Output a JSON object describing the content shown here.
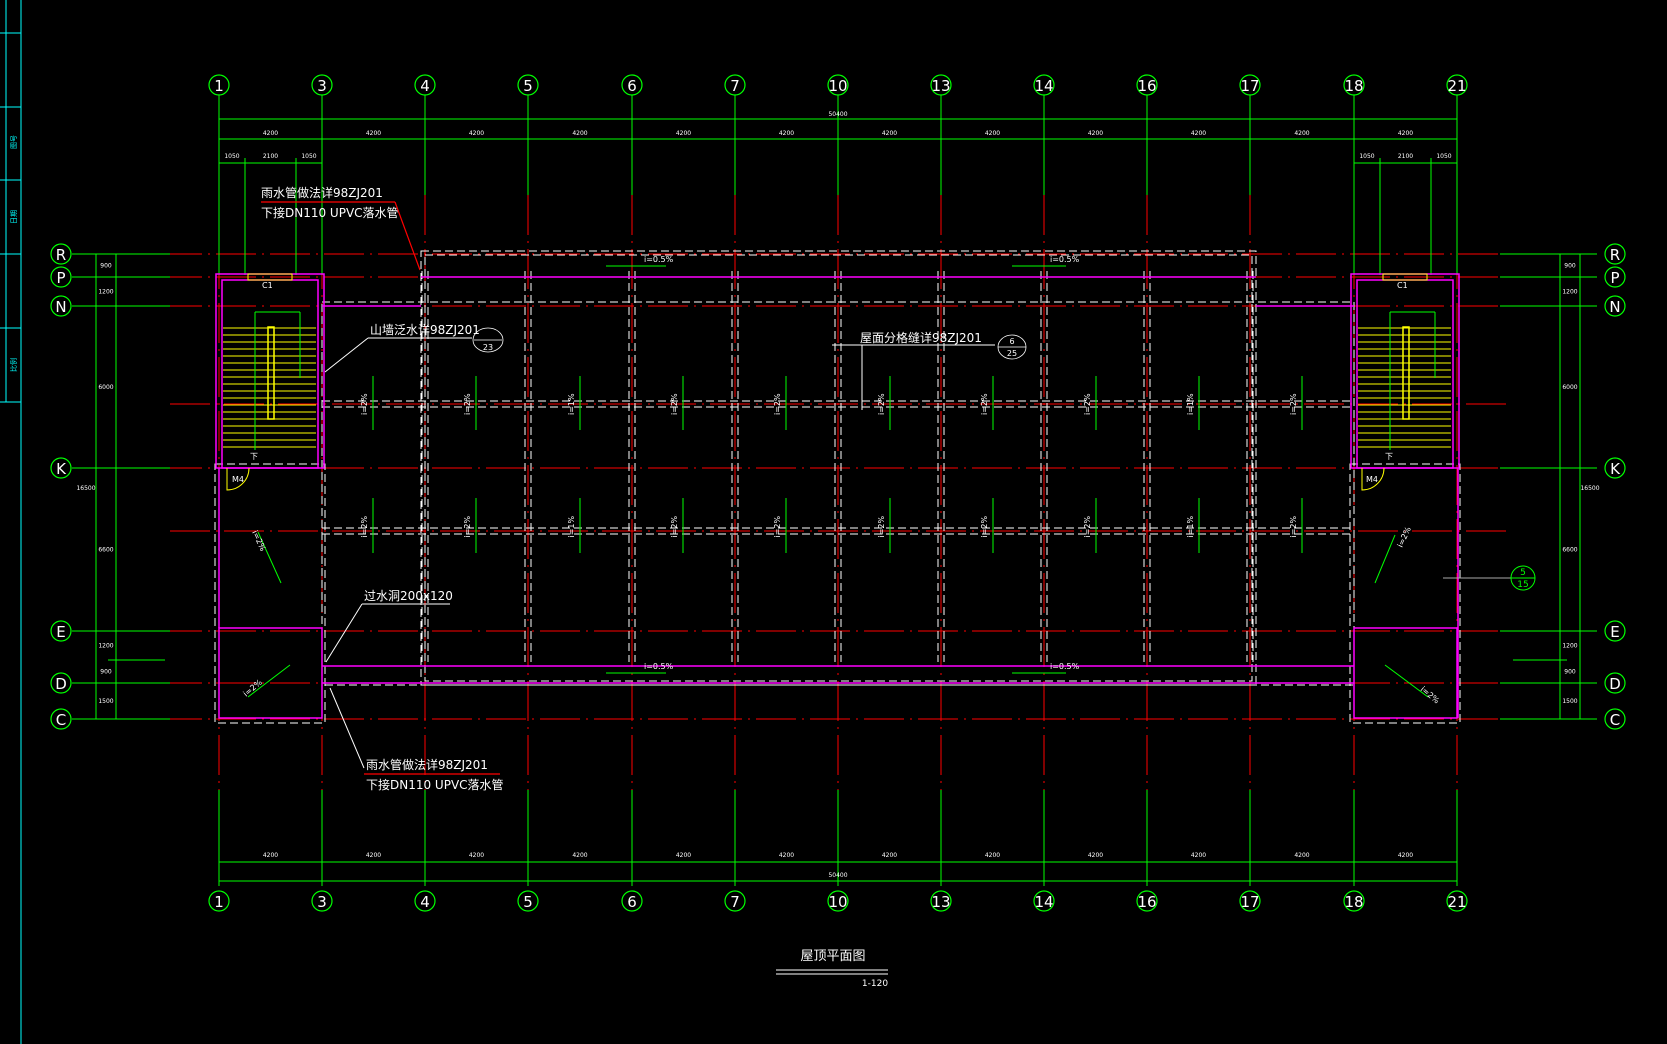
{
  "drawing": {
    "title": "屋顶平面图",
    "scale": "1-120",
    "colors": {
      "background": "#000000",
      "grid_axis": "#00ff00",
      "center_line": "#ff0000",
      "wall": "#ff00ff",
      "parapet": "#ffffff",
      "stair": "#ffff00",
      "title_block": "#00ffff",
      "text": "#ffffff"
    }
  },
  "grid": {
    "columns": [
      "1",
      "3",
      "4",
      "5",
      "6",
      "7",
      "10",
      "13",
      "14",
      "16",
      "17",
      "18",
      "21"
    ],
    "rows": [
      "R",
      "P",
      "N",
      "K",
      "E",
      "D",
      "C"
    ]
  },
  "dimensions": {
    "top_total": "50400",
    "top_bays": [
      "4200",
      "4200",
      "4200",
      "4200",
      "4200",
      "4200",
      "4200",
      "4200",
      "4200",
      "4200",
      "4200",
      "4200"
    ],
    "top_left_sub": [
      "1050",
      "2100",
      "1050"
    ],
    "top_right_sub": [
      "1050",
      "2100",
      "1050"
    ],
    "bottom_total": "50400",
    "bottom_bays": [
      "4200",
      "4200",
      "4200",
      "4200",
      "4200",
      "4200",
      "4200",
      "4200",
      "4200",
      "4200",
      "4200",
      "4200"
    ],
    "side_inner": [
      "900",
      "1200",
      "6000",
      "6600",
      "1200",
      "900",
      "1500"
    ],
    "side_outer": [
      "16500"
    ]
  },
  "annotations": {
    "rain_pipe_top_1": "雨水管做法详98ZJ201",
    "rain_pipe_top_2": "下接DN110 UPVC落水管",
    "gable_flashing": "山墙泛水详98ZJ201",
    "gable_flashing_ref": "23",
    "roof_joint": "屋面分格缝详98ZJ201",
    "roof_joint_ref_top": "6",
    "roof_joint_ref_bottom": "25",
    "overflow": "过水洞200x120",
    "rain_pipe_bottom_1": "雨水管做法详98ZJ201",
    "rain_pipe_bottom_2": "下接DN110 UPVC落水管",
    "detail_ref_top": "5",
    "detail_ref_bottom": "15",
    "door_left": "M4",
    "door_right": "M4",
    "window_left": "C1",
    "window_right": "C1",
    "stair_down_left": "下",
    "stair_down_right": "下"
  },
  "slopes": {
    "gutter": "i=0.5%",
    "roof": "i=2%",
    "roof_alt": "i=1%"
  },
  "title_block": {
    "labels": [
      "图号",
      "日期",
      "比例"
    ]
  }
}
